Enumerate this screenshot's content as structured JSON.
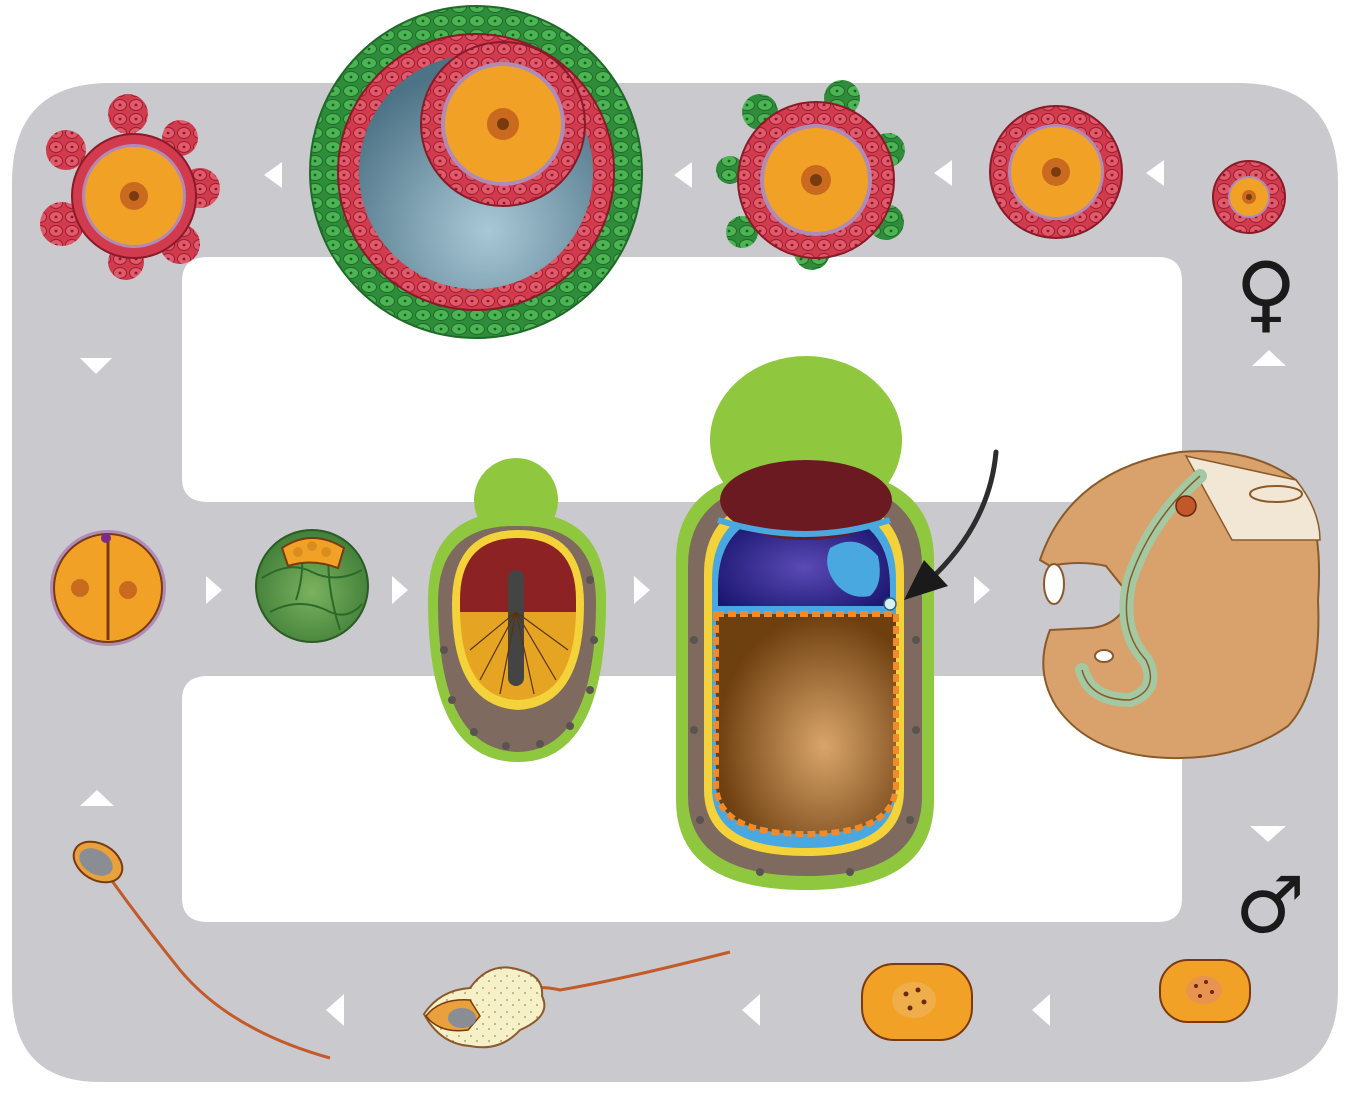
{
  "diagram": {
    "symbols": {
      "female": "♀",
      "male": "♂"
    },
    "credit": "",
    "colors": {
      "track": "#c9c9ce",
      "background": "#ffffff",
      "oocyte": "#f2a127",
      "granulosa": "#d23a4e",
      "theca": "#3ea548",
      "antrum": "#5f8598",
      "trophoblast": "#8fc73e",
      "epiblast": "#6b1a22",
      "yolk": "#7a4a14",
      "embryo_tan": "#d9a16c"
    },
    "stages": {
      "oogenesis": [
        "primordial-follicle",
        "primary-follicle",
        "secondary-follicle",
        "antral-follicle",
        "ovulated-oocyte"
      ],
      "spermatogenesis": [
        "spermatogonium",
        "spermatocyte",
        "spermatid",
        "spermatozoon"
      ],
      "embryo": [
        "two-cell-zygote",
        "morula",
        "early-blastodisc",
        "gastrula",
        "embryo"
      ]
    }
  }
}
